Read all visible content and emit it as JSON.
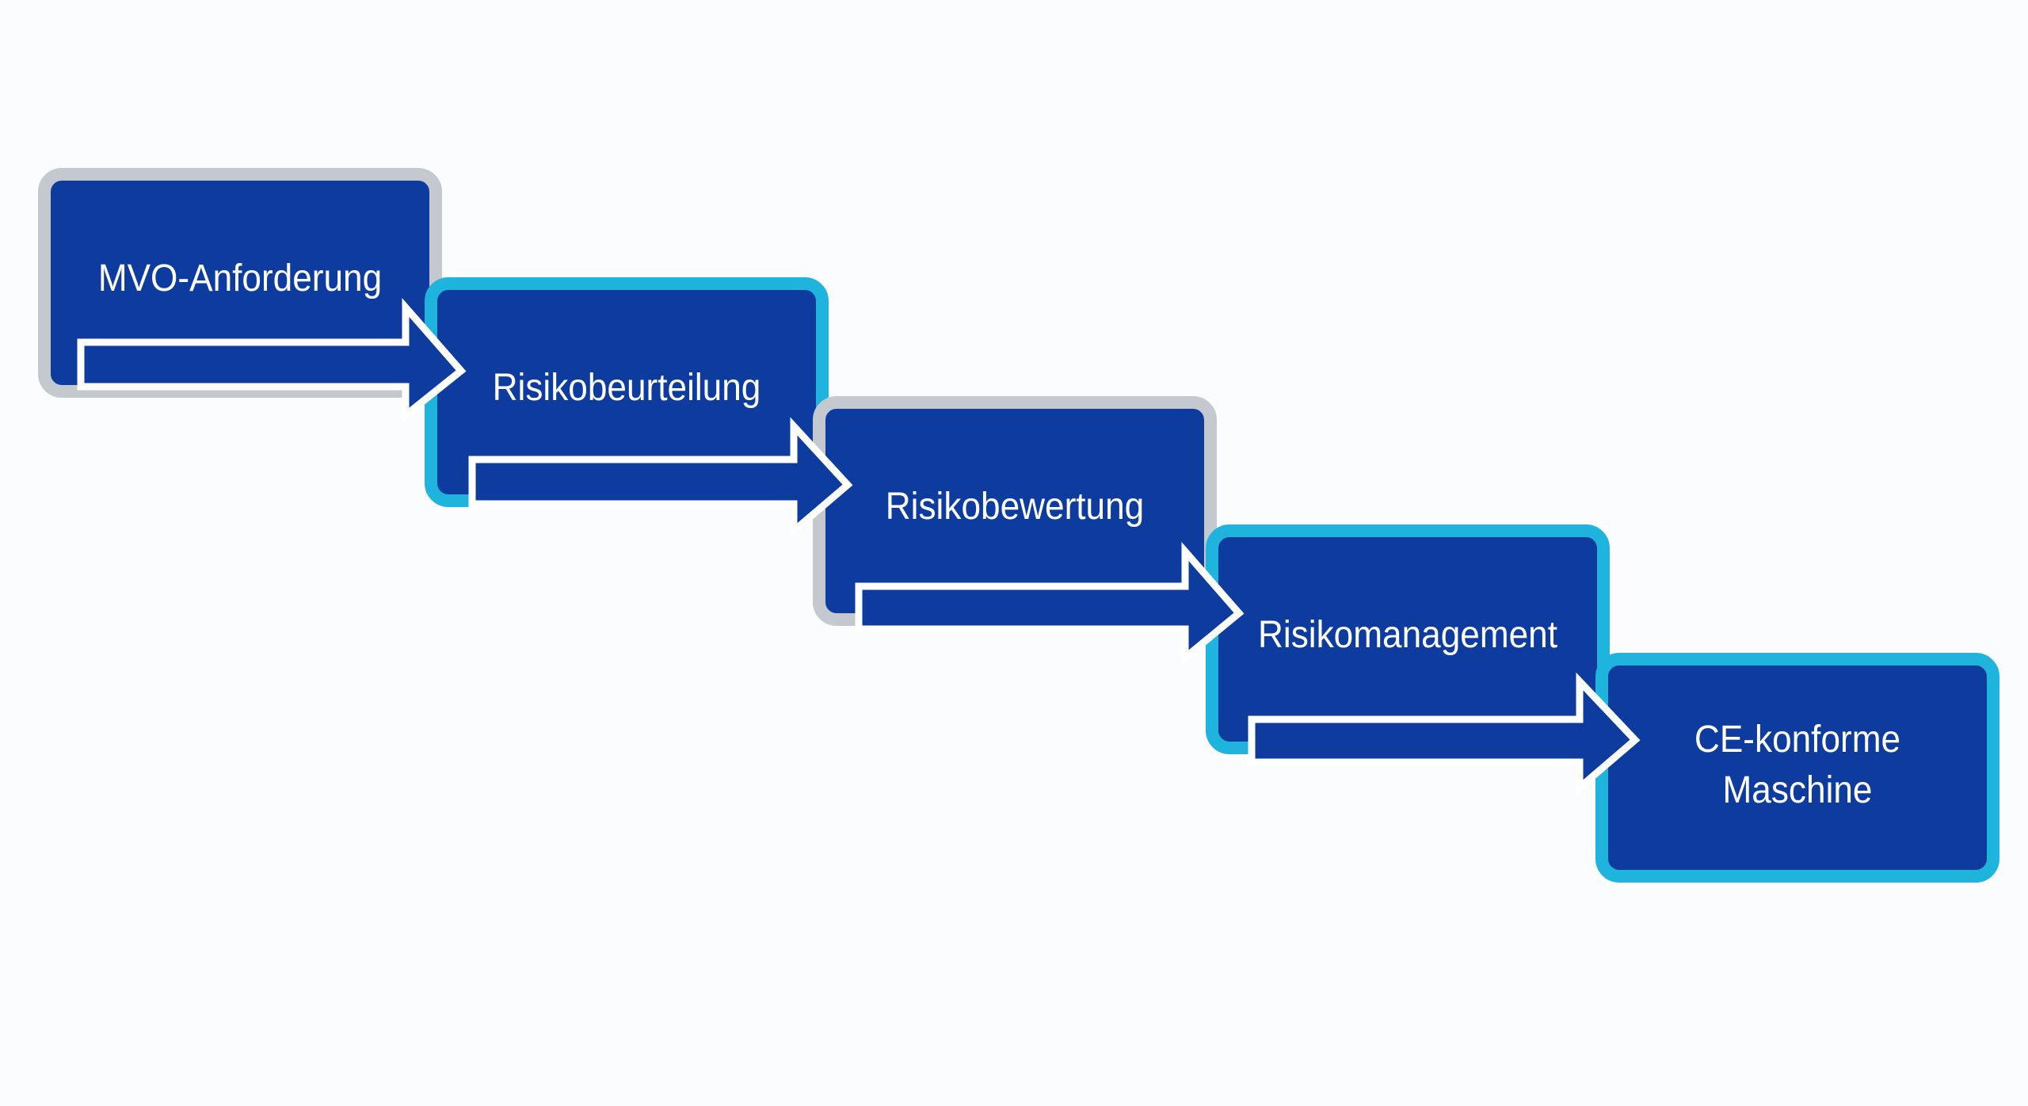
{
  "diagram": {
    "steps": [
      {
        "label": "MVO-Anforderung",
        "frame_color": "#c4c9cf"
      },
      {
        "label": "Risikobeurteilung",
        "frame_color": "#1fb4de"
      },
      {
        "label": "Risikobewertung",
        "frame_color": "#c4c9cf"
      },
      {
        "label": "Risikomanagement",
        "frame_color": "#1fb4de"
      },
      {
        "label": "CE-konforme Maschine",
        "frame_color": "#1fb4de"
      }
    ],
    "box_fill_color": "#0d3c9e",
    "arrow_outline_color": "#ffffff",
    "text_color": "#ffffff"
  }
}
